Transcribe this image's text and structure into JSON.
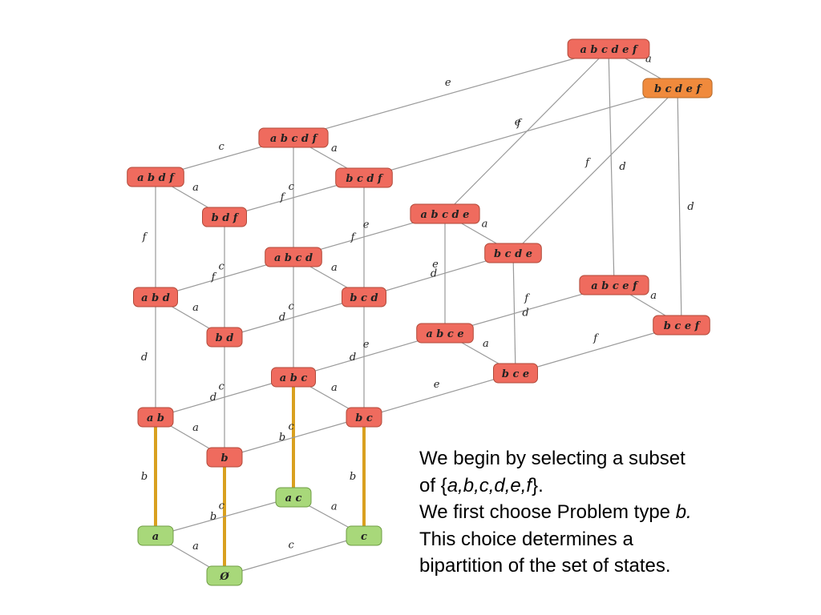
{
  "colors": {
    "red": "#ef6b5e",
    "orange": "#f08a3c",
    "green": "#a8d87a",
    "edge": "#9a9a9a",
    "highlight": "#d9a01f"
  },
  "nodes": [
    {
      "id": "abcdef",
      "label": "a b c d e f",
      "color": "red"
    },
    {
      "id": "bcdef",
      "label": "b c d e f",
      "color": "orange"
    },
    {
      "id": "abcdf",
      "label": "a b c d f",
      "color": "red"
    },
    {
      "id": "abdf",
      "label": "a b d f",
      "color": "red"
    },
    {
      "id": "bcdf",
      "label": "b c d f",
      "color": "red"
    },
    {
      "id": "bdf",
      "label": "b d f",
      "color": "red"
    },
    {
      "id": "abcde",
      "label": "a b c d e",
      "color": "red"
    },
    {
      "id": "abcd",
      "label": "a b c d",
      "color": "red"
    },
    {
      "id": "bcde",
      "label": "b c d e",
      "color": "red"
    },
    {
      "id": "abd",
      "label": "a b d",
      "color": "red"
    },
    {
      "id": "bcd",
      "label": "b c d",
      "color": "red"
    },
    {
      "id": "abcef",
      "label": "a b c e f",
      "color": "red"
    },
    {
      "id": "bd",
      "label": "b d",
      "color": "red"
    },
    {
      "id": "abce",
      "label": "a b c e",
      "color": "red"
    },
    {
      "id": "bcef",
      "label": "b c e f",
      "color": "red"
    },
    {
      "id": "abc",
      "label": "a b c",
      "color": "red"
    },
    {
      "id": "bce",
      "label": "b c e",
      "color": "red"
    },
    {
      "id": "ab",
      "label": "a b",
      "color": "red"
    },
    {
      "id": "bc",
      "label": "b c",
      "color": "red"
    },
    {
      "id": "b",
      "label": "b",
      "color": "red"
    },
    {
      "id": "ac",
      "label": "a c",
      "color": "green"
    },
    {
      "id": "a",
      "label": "a",
      "color": "green"
    },
    {
      "id": "c",
      "label": "c",
      "color": "green"
    },
    {
      "id": "empty",
      "label": "Ø",
      "color": "green"
    }
  ],
  "edges": [
    {
      "from": "abcdf",
      "to": "abcdef",
      "label": "e"
    },
    {
      "from": "bcdef",
      "to": "abcdef",
      "label": "a"
    },
    {
      "from": "abcde",
      "to": "abcdef",
      "label": "f"
    },
    {
      "from": "abcef",
      "to": "abcdef",
      "label": "d"
    },
    {
      "from": "bcdf",
      "to": "bcdef",
      "label": "e"
    },
    {
      "from": "bcde",
      "to": "bcdef",
      "label": "f"
    },
    {
      "from": "bcef",
      "to": "bcdef",
      "label": "d"
    },
    {
      "from": "abdf",
      "to": "abcdf",
      "label": "c"
    },
    {
      "from": "bcdf",
      "to": "abcdf",
      "label": "a"
    },
    {
      "from": "abcd",
      "to": "abcdf",
      "label": "f"
    },
    {
      "from": "bdf",
      "to": "abdf",
      "label": "a"
    },
    {
      "from": "abd",
      "to": "abdf",
      "label": "f"
    },
    {
      "from": "bdf",
      "to": "bcdf",
      "label": "c"
    },
    {
      "from": "bcd",
      "to": "bcdf",
      "label": "f"
    },
    {
      "from": "bd",
      "to": "bdf",
      "label": "f"
    },
    {
      "from": "abcd",
      "to": "abcde",
      "label": "e"
    },
    {
      "from": "bcde",
      "to": "abcde",
      "label": "a"
    },
    {
      "from": "abce",
      "to": "abcde",
      "label": "d"
    },
    {
      "from": "abd",
      "to": "abcd",
      "label": "c"
    },
    {
      "from": "bcd",
      "to": "abcd",
      "label": "a"
    },
    {
      "from": "abc",
      "to": "abcd",
      "label": "d"
    },
    {
      "from": "bcd",
      "to": "bcde",
      "label": "e"
    },
    {
      "from": "bce",
      "to": "bcde",
      "label": "d"
    },
    {
      "from": "bd",
      "to": "abd",
      "label": "a"
    },
    {
      "from": "ab",
      "to": "abd",
      "label": "d"
    },
    {
      "from": "bd",
      "to": "bcd",
      "label": "c"
    },
    {
      "from": "bc",
      "to": "bcd",
      "label": "d"
    },
    {
      "from": "abce",
      "to": "abcef",
      "label": "f"
    },
    {
      "from": "bcef",
      "to": "abcef",
      "label": "a"
    },
    {
      "from": "b",
      "to": "bd",
      "label": "d"
    },
    {
      "from": "abc",
      "to": "abce",
      "label": "e"
    },
    {
      "from": "bce",
      "to": "abce",
      "label": "a"
    },
    {
      "from": "bce",
      "to": "bcef",
      "label": "f"
    },
    {
      "from": "ab",
      "to": "abc",
      "label": "c"
    },
    {
      "from": "bc",
      "to": "abc",
      "label": "a"
    },
    {
      "from": "ac",
      "to": "abc",
      "label": "b",
      "highlight": true
    },
    {
      "from": "bc",
      "to": "bce",
      "label": "e"
    },
    {
      "from": "b",
      "to": "ab",
      "label": "a"
    },
    {
      "from": "a",
      "to": "ab",
      "label": "b",
      "highlight": true
    },
    {
      "from": "b",
      "to": "bc",
      "label": "c"
    },
    {
      "from": "c",
      "to": "bc",
      "label": "b",
      "highlight": true
    },
    {
      "from": "empty",
      "to": "b",
      "label": "b",
      "highlight": true
    },
    {
      "from": "a",
      "to": "ac",
      "label": "c"
    },
    {
      "from": "c",
      "to": "ac",
      "label": "a"
    },
    {
      "from": "empty",
      "to": "a",
      "label": "a"
    },
    {
      "from": "empty",
      "to": "c",
      "label": "c"
    }
  ],
  "caption": {
    "line1": "We begin by selecting a subset",
    "line2_prefix": "of {",
    "line2_set": "a,b,c,d,e,f",
    "line2_suffix": "}.",
    "line3_prefix": "We first choose Problem type ",
    "line3_type": "b.",
    "line4": "This choice determines a",
    "line5": "bipartition of the set of states."
  }
}
